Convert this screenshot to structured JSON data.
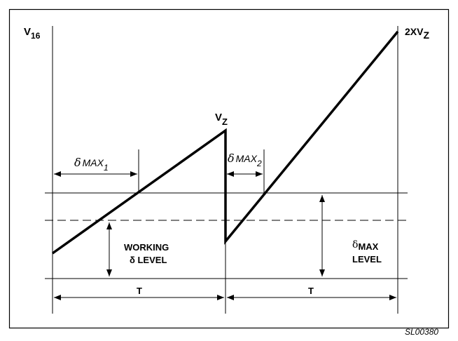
{
  "axis_labels": {
    "v16": "V",
    "v16_sub": "16",
    "vz": "V",
    "vz_sub": "Z",
    "two_xvz": "2XV",
    "two_xvz_sub": "Z"
  },
  "dimensions": {
    "delta_max1": "δ",
    "delta_max1_text": "MAX",
    "delta_max1_sub": "1",
    "delta_max2": "δ",
    "delta_max2_text": "MAX",
    "delta_max2_sub": "2",
    "period_left": "T",
    "period_right": "T"
  },
  "annotations": {
    "working_line1": "WORKING",
    "working_line2": "δ LEVEL",
    "delta_max_level_sym": "δ",
    "delta_max_level_line1": "MAX",
    "delta_max_level_line2": "LEVEL"
  },
  "figure_id": "SL00380"
}
